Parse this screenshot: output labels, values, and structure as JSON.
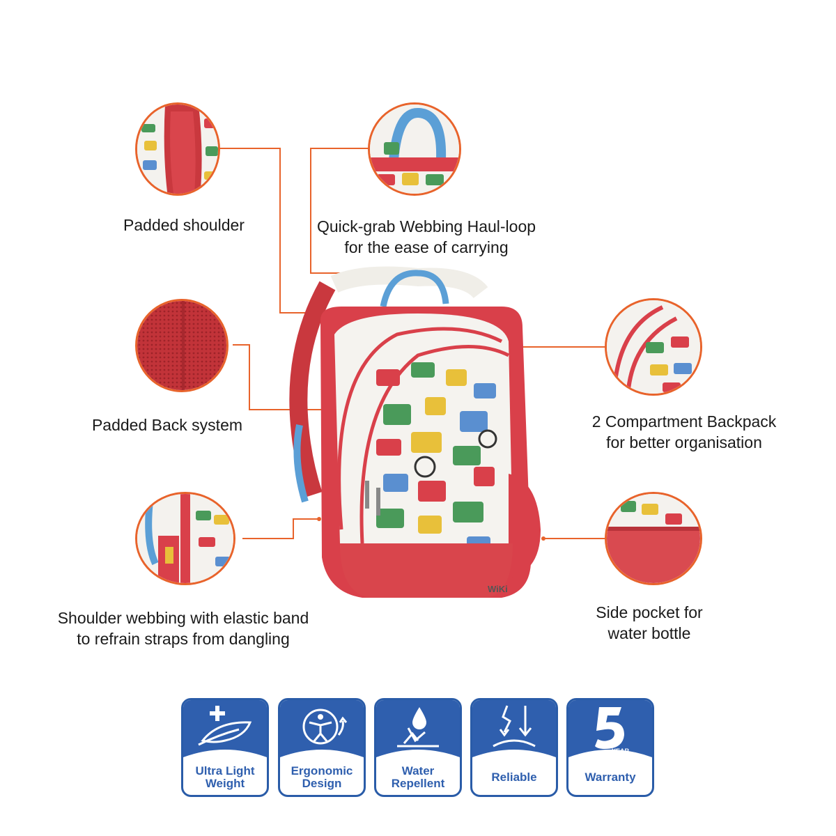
{
  "features": {
    "padded_shoulder": "Padded shoulder",
    "haul_loop_line1": "Quick-grab Webbing Haul-loop",
    "haul_loop_line2": "for the ease of carrying",
    "back_system": "Padded Back system",
    "compartment_line1": "2 Compartment Backpack",
    "compartment_line2": "for better organisation",
    "webbing_line1": "Shoulder webbing with elastic band",
    "webbing_line2": "to refrain straps from dangling",
    "side_pocket_line1": "Side pocket for",
    "side_pocket_line2": "water bottle"
  },
  "brand_on_bag": "WiKi",
  "badges": [
    {
      "line1": "Ultra Light",
      "line2": "Weight",
      "icon": "feather-plus-icon"
    },
    {
      "line1": "Ergonomic",
      "line2": "Design",
      "icon": "ergonomic-person-icon"
    },
    {
      "line1": "Water",
      "line2": "Repellent",
      "icon": "water-drop-icon"
    },
    {
      "line1": "Reliable",
      "line2": "",
      "icon": "down-arrows-icon"
    },
    {
      "line1": "Warranty",
      "line2": "",
      "icon": "five-year-icon"
    }
  ],
  "warranty_logo_text": "YEAR",
  "colors": {
    "accent_orange": "#e8632b",
    "badge_blue": "#2f5fae",
    "bag_red": "#d9404a",
    "strap_blue": "#5b9fd6"
  }
}
